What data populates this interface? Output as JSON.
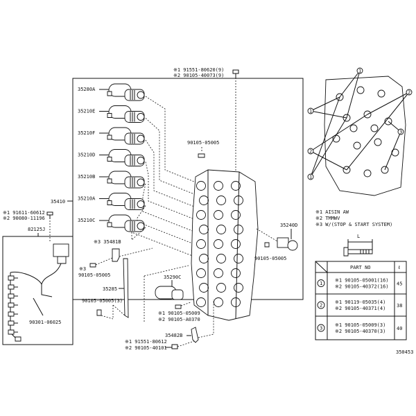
{
  "top_bolt": {
    "line1": "※1 91551-80620(9)",
    "line2": "※2 90105-40073(9)"
  },
  "solenoids": [
    "35280A",
    "35210E",
    "35210F",
    "35210D",
    "35210B",
    "35210A",
    "35210C"
  ],
  "bolt_upper": "90105-05005",
  "valve_body": "35410",
  "harness_bolt": {
    "line1": "※1 91611-60612",
    "line2": "※2 90080-11196"
  },
  "harness": "82125J",
  "harness_clamp_bolt": "90301-06025",
  "bracket": "※3 35481B",
  "bracket_bolt": {
    "line1": "※3",
    "line2": "90105-05005"
  },
  "plate": "35285",
  "plate_bolt": "90105-05005(3)",
  "solenoid_lower": "35290C",
  "solenoid_lower_bolt": {
    "line1": "※1 90105-05009",
    "line2": "※2 90105-A0370"
  },
  "detent": "35482B",
  "detent_bolt": {
    "line1": "※1 91551-80612",
    "line2": "※2 90105-40101"
  },
  "sensor": "35240D",
  "sensor_bolt": "90105-05005",
  "legend": [
    "※1 AISIN AW",
    "※2 TMMWV",
    "※3 W/(STOP & START SYSTEM)"
  ],
  "bolt_dim_label": "L",
  "table": {
    "headers": [
      "PART NO",
      "ℓ"
    ],
    "rows": [
      {
        "ref": "1",
        "parts": [
          "※1 90105-05001(16)",
          "※2 90105-40372(16)"
        ],
        "length": "45"
      },
      {
        "ref": "2",
        "parts": [
          "※1 90119-05035(4)",
          "※2 90105-40371(4)"
        ],
        "length": "38"
      },
      {
        "ref": "3",
        "parts": [
          "※1 90105-05009(3)",
          "※2 90105-40370(3)"
        ],
        "length": "40"
      }
    ]
  },
  "callouts": [
    "1",
    "2",
    "3"
  ],
  "diagram_id": "350453"
}
